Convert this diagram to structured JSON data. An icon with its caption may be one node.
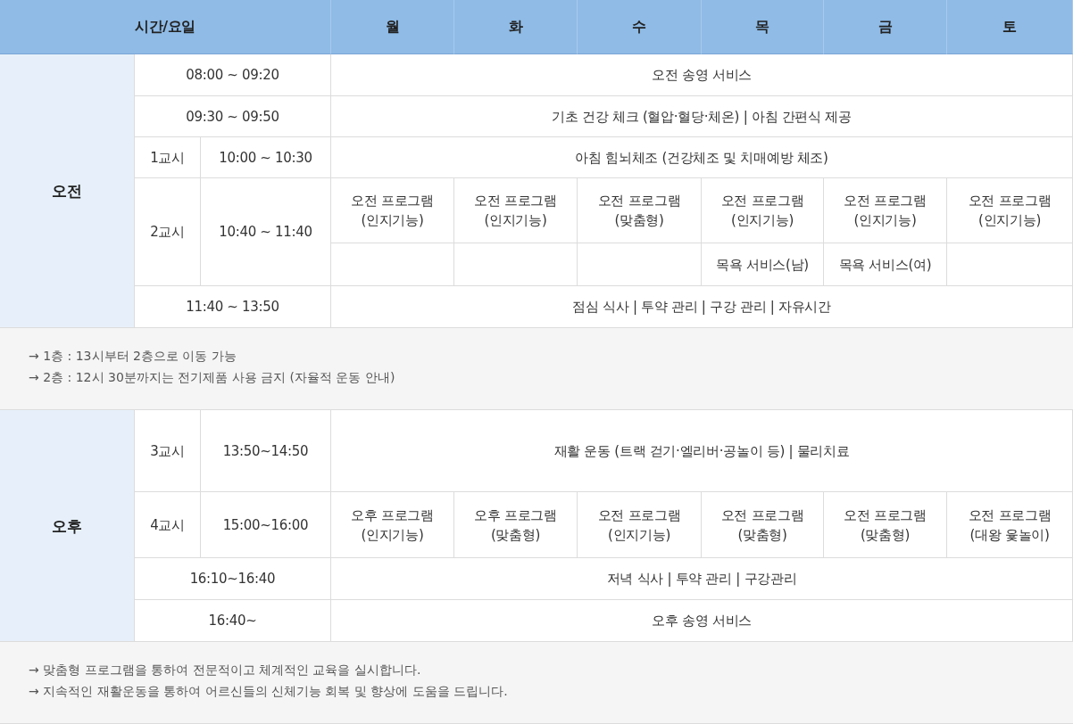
{
  "diagram": {
    "labels": [
      "시간/요일",
      "월",
      "화",
      "수",
      "목",
      "금",
      "토",
      "오전",
      "08:00 ~ 09:20",
      "오전 송영 서비스",
      "09:30 ~ 09:50",
      "기초 건강 체크 (혈압·혈당·체온) | 아침 간편식 제공",
      "1교시",
      "10:00 ~ 10:30",
      "아침 힘뇌체조 (건강체조 및 치매예방 체조)",
      "2교시",
      "10:40 ~ 11:40",
      "오전 프로그램 (인지기능)",
      "오전 프로그램 (인지기능)",
      "오전 프로그램 (맞춤형)",
      "오전 프로그램 (인지기능)",
      "오전 프로그램 (인지기능)",
      "오전 프로그램 (인지기능)",
      "목욕 서비스(남)",
      "목욕 서비스(여)",
      "11:40 ~ 13:50",
      "점심 식사 | 투약 관리 | 구강 관리 | 자유시간",
      "→ 1층 : 13시부터 2층으로 이동 가능",
      "→ 2층 : 12시 30분까지는 전기제품 사용 금지 (자율적 운동 안내)",
      "오후",
      "3교시",
      "13:50~14:50",
      "재활 운동 (트랙 걷기·엘리버·공놀이 등) | 물리치료",
      "4교시",
      "15:00~16:00",
      "오후 프로그램 (인지기능)",
      "오후 프로그램 (맞춤형)",
      "오전 프로그램 (인지기능)",
      "오전 프로그램 (맞춤형)",
      "오전 프로그램 (맞춤형)",
      "오전 프로그램 (대왕 윷놀이)",
      "16:10~16:40",
      "저녁 식사 | 투약 관리 | 구강관리",
      "16:40~",
      "오후 송영 서비스",
      "→ 맞춤형 프로그램을 통하여 전문적이고 체계적인 교육을 실시합니다.",
      "→ 지속적인 재활운동을 통하여 어르신들의 신체기능 회복 및 향상에 도움을 드립니다."
    ]
  }
}
